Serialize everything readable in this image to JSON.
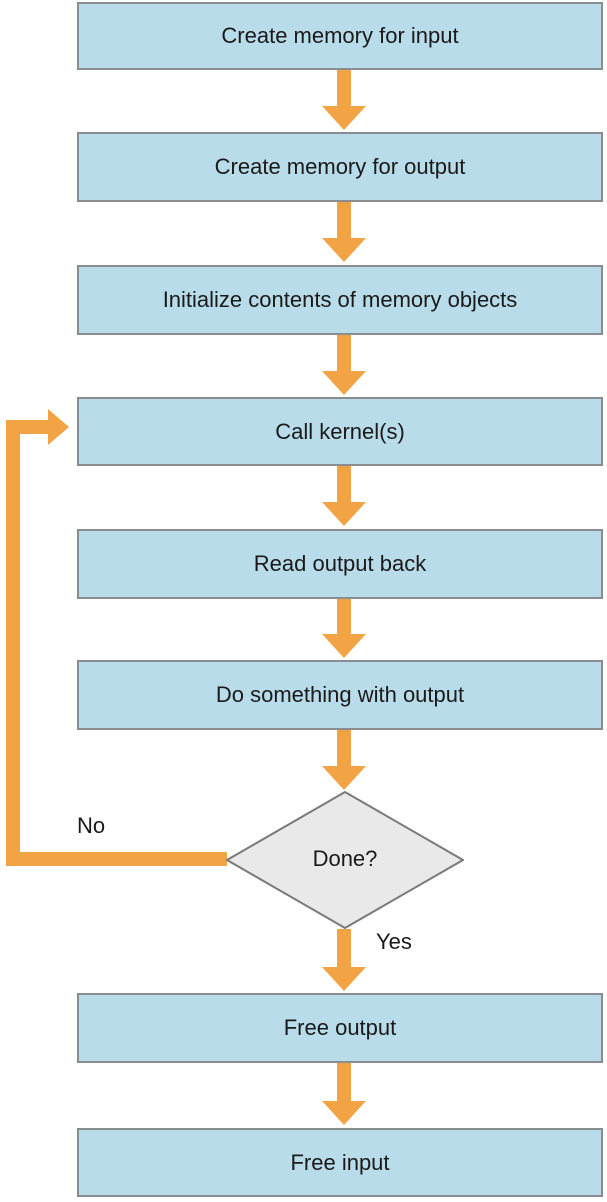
{
  "flowchart": {
    "nodes": [
      {
        "label": "Create memory for input"
      },
      {
        "label": "Create memory for output"
      },
      {
        "label": "Initialize contents of memory objects"
      },
      {
        "label": "Call kernel(s)"
      },
      {
        "label": "Read output back"
      },
      {
        "label": "Do something with output"
      },
      {
        "label": "Free output"
      },
      {
        "label": "Free input"
      }
    ],
    "decision": {
      "label": "Done?"
    },
    "edges": {
      "no_label": "No",
      "yes_label": "Yes"
    },
    "colors": {
      "background": "#FFFFFF",
      "process_fill": "#B9DCEA",
      "process_border": "#8A8D90",
      "decision_fill": "#E9E9E9",
      "decision_border": "#7A7A7A",
      "arrow": "#F2A444",
      "text": "#1A1A1A"
    }
  }
}
